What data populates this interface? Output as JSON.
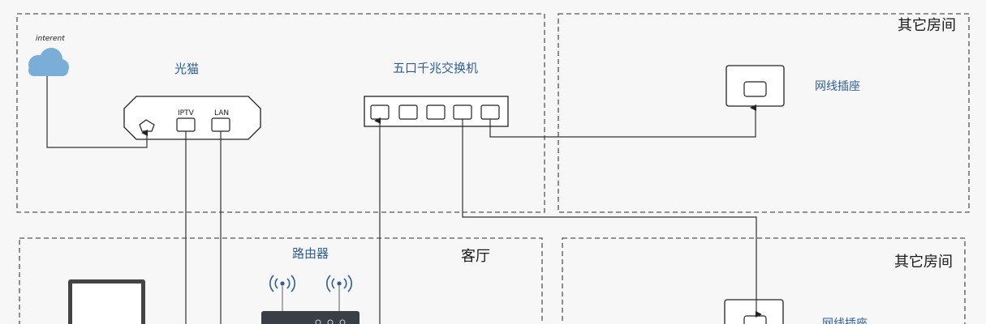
{
  "regions": {
    "top_right_room": "其它房间",
    "bottom_left_room": "客厅",
    "bottom_right_room": "其它房间"
  },
  "devices": {
    "internet_label": "interent",
    "modem_label": "光猫",
    "modem_port_iptv": "IPTV",
    "modem_port_lan": "LAN",
    "switch_label": "五口千兆交换机",
    "router_label": "路由器",
    "wall_socket_top": "网线插座",
    "wall_socket_bottom": "网线插座"
  },
  "colors": {
    "label_blue": "#2f5d99",
    "cloud_blue": "#7aaed6",
    "line": "#333333",
    "dash": "#555555"
  },
  "icons": [
    "cloud-icon",
    "wifi-icon",
    "laptop-icon",
    "wall-socket-icon",
    "router-icon"
  ]
}
